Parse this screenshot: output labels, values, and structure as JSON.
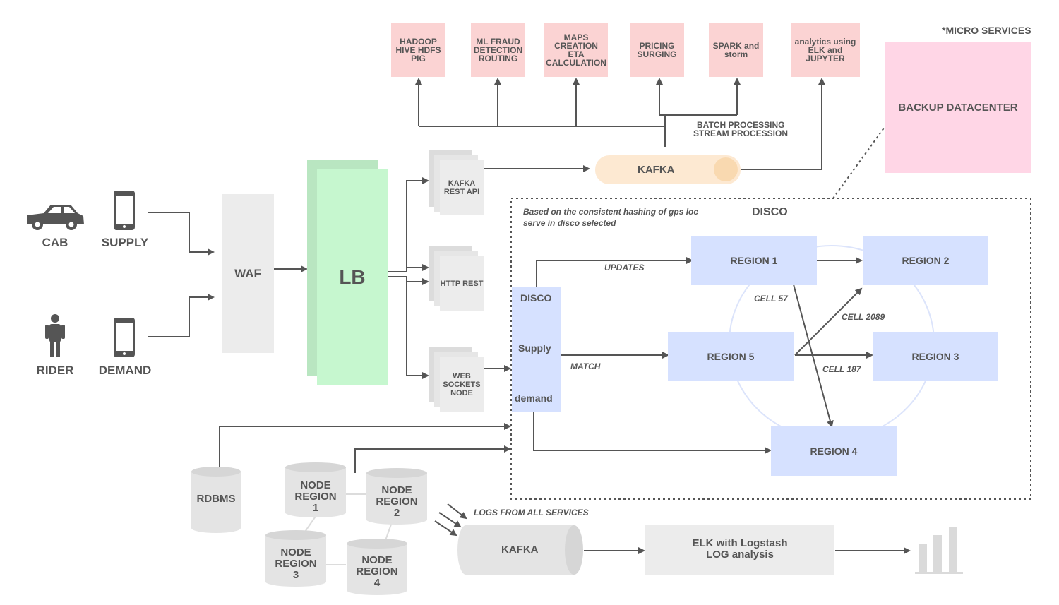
{
  "micro_services": {
    "heading": "*MICRO SERVICES",
    "items": [
      "HADOOP HIVE HDFS PIG",
      "ML FRAUD DETECTION ROUTING",
      "MAPS CREATION ETA CALCULATION",
      "PRICING SURGING",
      "SPARK and storm",
      "analytics using ELK and JUPYTER"
    ],
    "batch_label": "BATCH PROCESSING",
    "stream_label": "STREAM PROCESSION"
  },
  "backup": {
    "label": "BACKUP DATACENTER"
  },
  "clients": {
    "cab": "CAB",
    "supply": "SUPPLY",
    "rider": "RIDER",
    "demand": "DEMAND"
  },
  "waf": {
    "label": "WAF"
  },
  "lb": {
    "label": "LB"
  },
  "endpoints": [
    "KAFKA REST API",
    "HTTP REST",
    "WEB SOCKETS NODE"
  ],
  "kafka_top": {
    "label": "KAFKA"
  },
  "disco": {
    "title": "DISCO",
    "note": "Based on the consistent hashing of gps loc serve in disco selected",
    "box_top": "DISCO",
    "box_mid": "Supply",
    "box_bottom": "demand",
    "updates_label": "UPDATES",
    "match_label": "MATCH",
    "regions": [
      "REGION 1",
      "REGION 2",
      "REGION 5",
      "REGION 3",
      "REGION 4"
    ],
    "cells": [
      "CELL 57",
      "CELL 2089",
      "CELL 187"
    ]
  },
  "storage": {
    "rdbms": "RDBMS",
    "nodes": [
      "NODE REGION 1",
      "NODE REGION 2",
      "NODE REGION 3",
      "NODE REGION 4"
    ]
  },
  "logs": {
    "label": "LOGS FROM ALL SERVICES",
    "kafka": "KAFKA",
    "elk_line1": "ELK with Logstash",
    "elk_line2": "LOG analysis"
  },
  "colors": {
    "micro": "#fbd3d3",
    "backup": "#ffd6e6",
    "lb": "#c6f7cf",
    "region": "#d6e1ff",
    "kafka_top": "#fde9d2",
    "grey_box": "#ececec",
    "line": "#555555"
  }
}
